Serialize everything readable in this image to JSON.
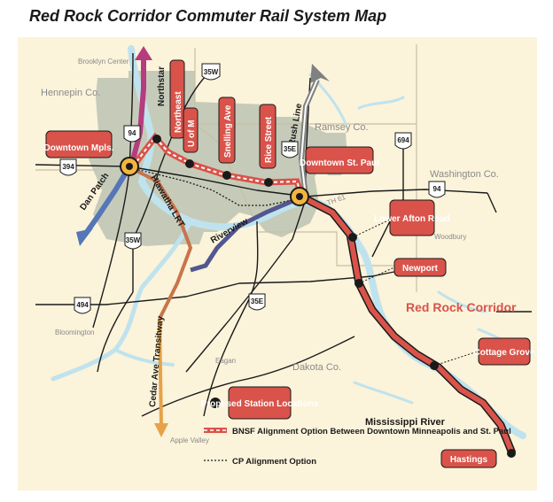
{
  "title": "Red Rock Corridor Commuter Rail System Map",
  "colors": {
    "background": "#fbf3da",
    "urban": "#c6cbb9",
    "water": "#bfe3ee",
    "corridor": "#d9534a",
    "northstar": "#b53d7f",
    "hiawatha": "#c8744a",
    "riverview": "#515790",
    "cedar": "#e6a24a",
    "danpatch": "#5576b7",
    "rushline": "#808080"
  },
  "place_labels": {
    "brooklyn_center": "Brooklyn Center",
    "hennepin": "Hennepin Co.",
    "ramsey": "Ramsey Co.",
    "washington": "Washington Co.",
    "woodbury": "Woodbury",
    "bloomington": "Bloomington",
    "eagan": "Eagan",
    "dakota": "Dakota Co.",
    "apple_valley": "Apple Valley",
    "mississippi": "Mississippi River",
    "corridor": "Red Rock Corridor"
  },
  "line_labels": {
    "northstar": "Northstar",
    "hiawatha": "Hiawatha LRT",
    "riverview": "Riverview",
    "dan_patch": "Dan Patch",
    "cedar": "Cedar Ave Transitway",
    "rush_line": "Rush Line",
    "th61": "TH 61"
  },
  "highways": {
    "h35w_north": "35W",
    "h94_west": "94",
    "h394": "394",
    "h35e_north": "35E",
    "h694": "694",
    "h94_east": "94",
    "h35w_south": "35W",
    "h35e_south": "35E",
    "h494": "494"
  },
  "stations": {
    "downtown_mpls": "Downtown Mpls.",
    "northeast": "Northeast",
    "u_of_m": "U of M",
    "snelling": "Snelling Ave",
    "rice": "Rice Street",
    "downtown_stpaul": "Downtown St. Paul",
    "lower_afton": "Lower Afton Road",
    "newport": "Newport",
    "cottage_grove": "Cottage Grove",
    "hastings": "Hastings"
  },
  "legend": {
    "stations": "Proposed Station Locations",
    "bnsf": "BNSF Alignment Option Between Downtown Minneapolis and St. Paul",
    "cp": "CP Alignment Option"
  }
}
